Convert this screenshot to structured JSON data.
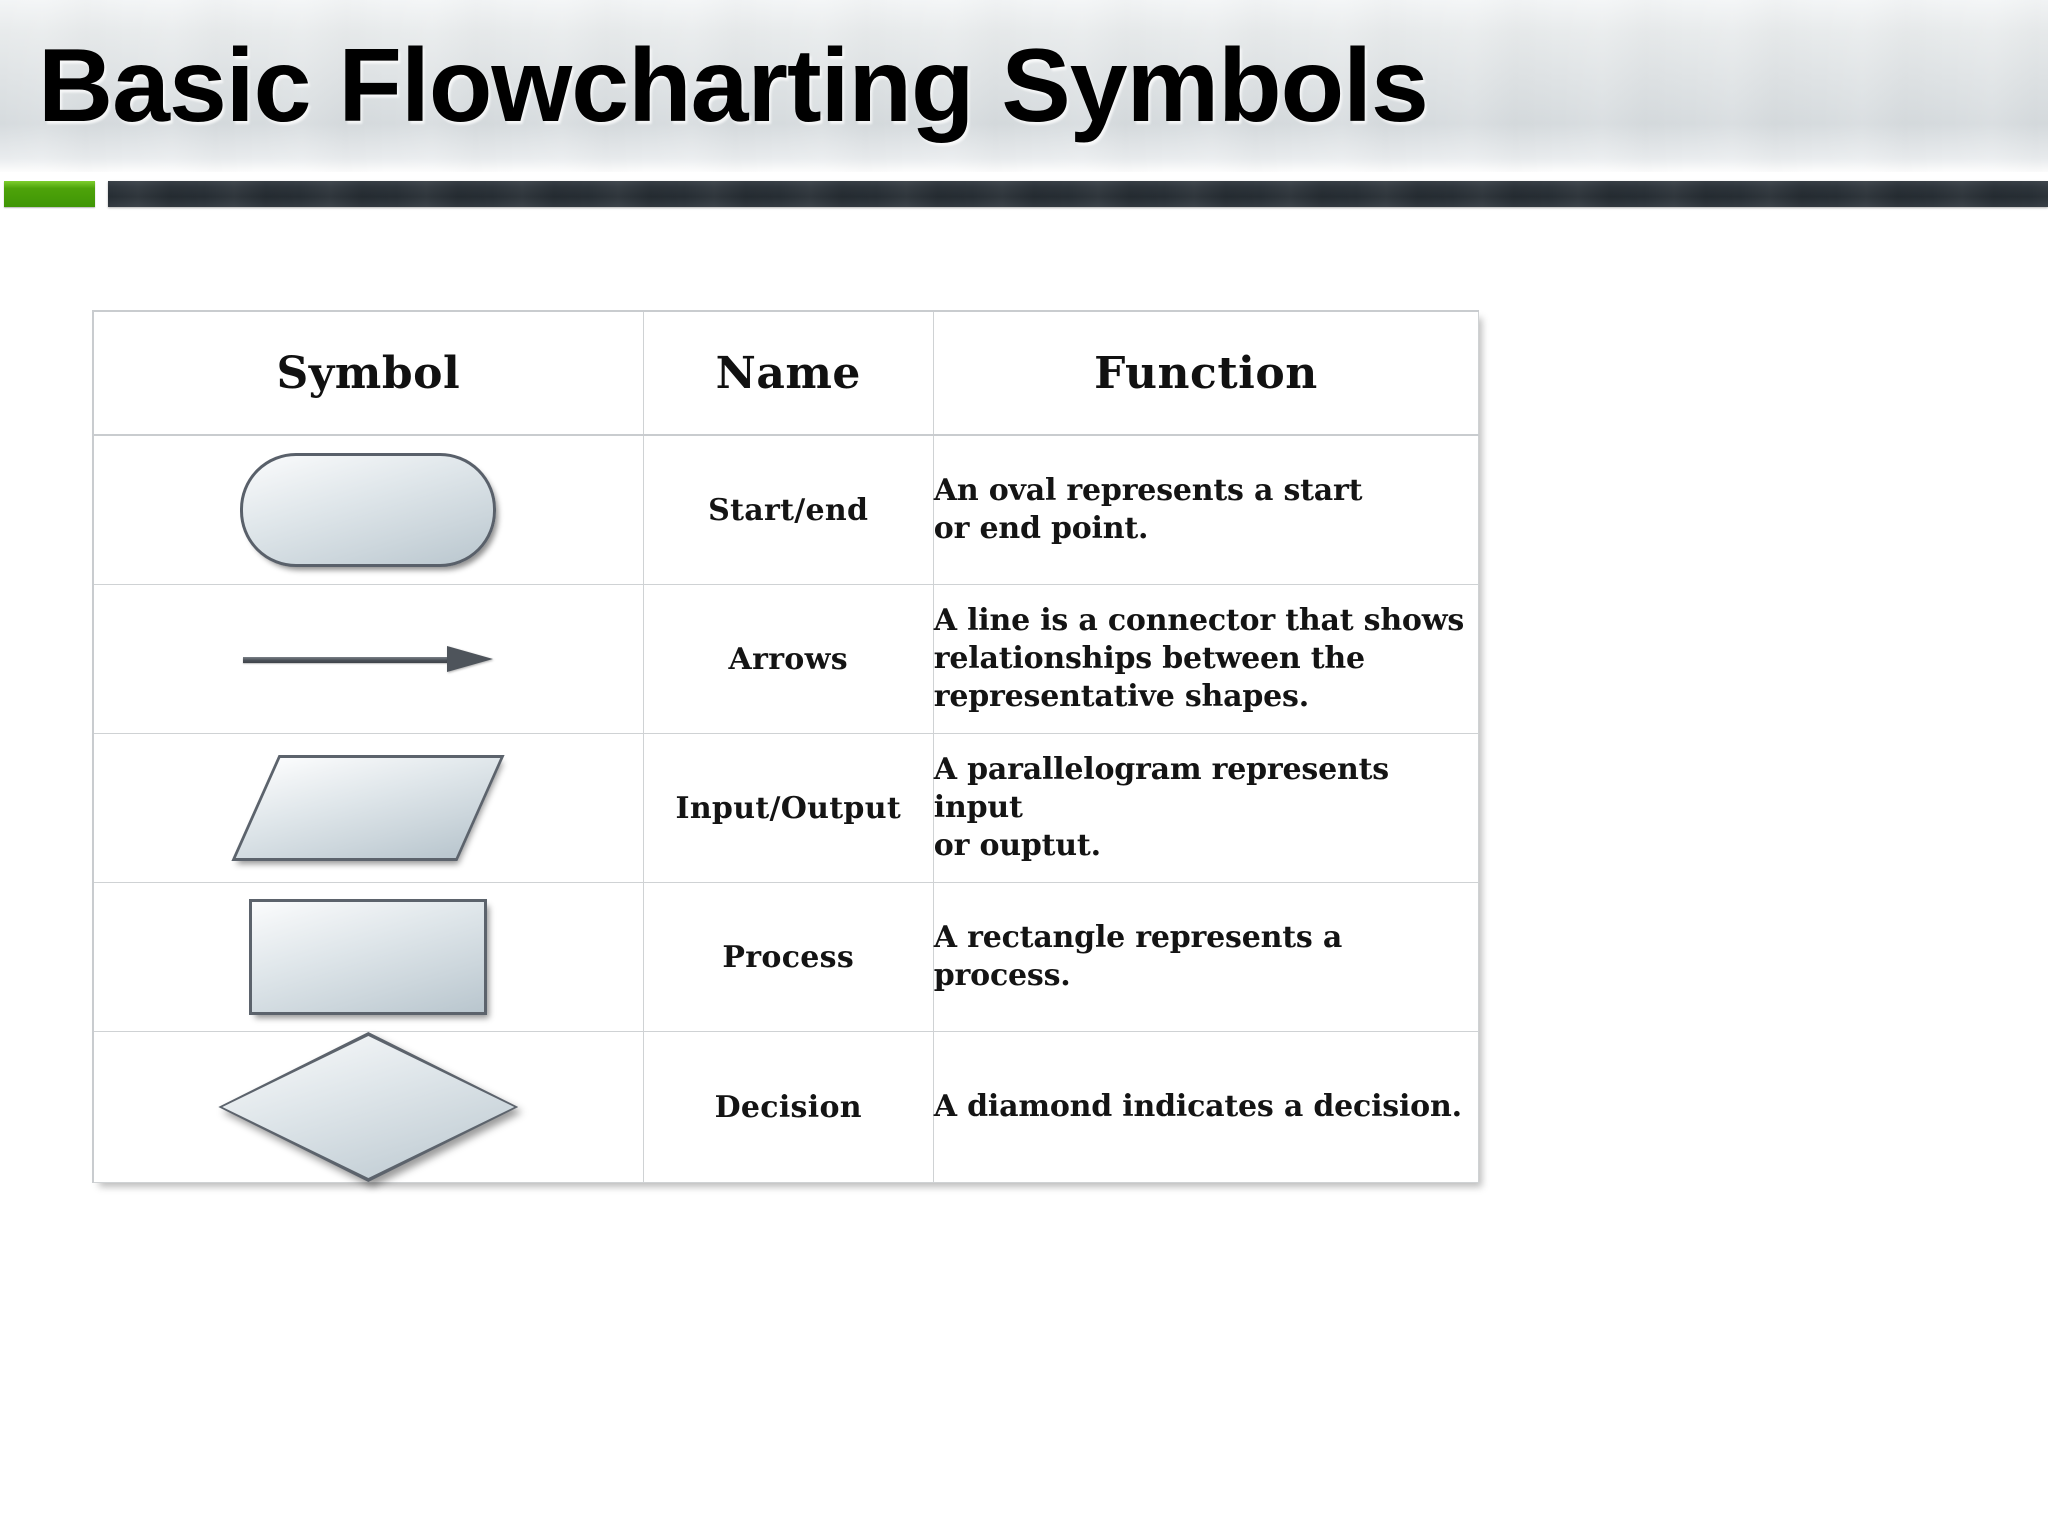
{
  "slide": {
    "title": "Basic Flowcharting Symbols",
    "accent_green": "#4ea30a",
    "accent_dark": "#2e353c",
    "header_bg": "#dfe3e5"
  },
  "table": {
    "headers": {
      "symbol": "Symbol",
      "name": "Name",
      "function": "Function"
    },
    "rows": [
      {
        "symbol_icon": "rounded-oval-shape",
        "name": "Start/end",
        "function_lines": [
          "An oval represents a start",
          "or end point."
        ],
        "function": "An oval represents a start or end point."
      },
      {
        "symbol_icon": "right-arrow-shape",
        "name": "Arrows",
        "function_lines": [
          "A line is a connector that shows",
          "relationships between the",
          "representative shapes."
        ],
        "function": "A line is a connector that shows relationships between the representative shapes."
      },
      {
        "symbol_icon": "parallelogram-shape",
        "name": "Input/Output",
        "function_lines": [
          "A parallelogram represents input",
          "or ouptut."
        ],
        "function": "A parallelogram represents input or ouptut."
      },
      {
        "symbol_icon": "rectangle-shape",
        "name": "Process",
        "function_lines": [
          "A rectangle represents a process."
        ],
        "function": "A rectangle represents a process."
      },
      {
        "symbol_icon": "diamond-shape",
        "name": "Decision",
        "function_lines": [
          "A diamond indicates a decision."
        ],
        "function": "A diamond indicates a decision."
      }
    ]
  }
}
